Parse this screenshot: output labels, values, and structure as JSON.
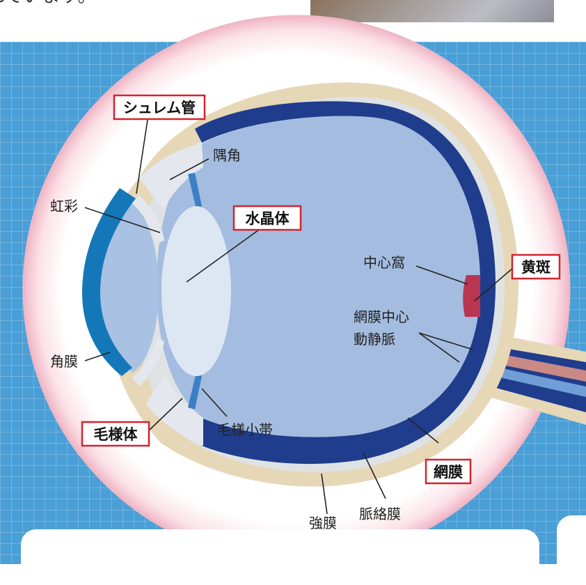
{
  "header_text": "れています。",
  "labels": {
    "schlemm": "シュレム管",
    "angle": "隅角",
    "iris": "虹彩",
    "lens": "水晶体",
    "fovea": "中心窩",
    "macula": "黄斑",
    "vessels_line1": "網膜中心",
    "vessels_line2": "動静脈",
    "cornea": "角膜",
    "ciliary_body": "毛様体",
    "zonule": "毛様小帯",
    "retina": "網膜",
    "choroid": "脈絡膜",
    "sclera": "強膜"
  },
  "colors": {
    "background": "#4a9fd6",
    "circle_ring": "#f3c8d2",
    "sclera": "#e6d7b7",
    "choroid": "#dfe2e4",
    "retina": "#1f3d8c",
    "vitreous": "#a4bcdf",
    "lens": "#dde7f4",
    "cornea": "#1478b8",
    "macula": "#b8364f",
    "label_box_border": "#d1242f"
  }
}
